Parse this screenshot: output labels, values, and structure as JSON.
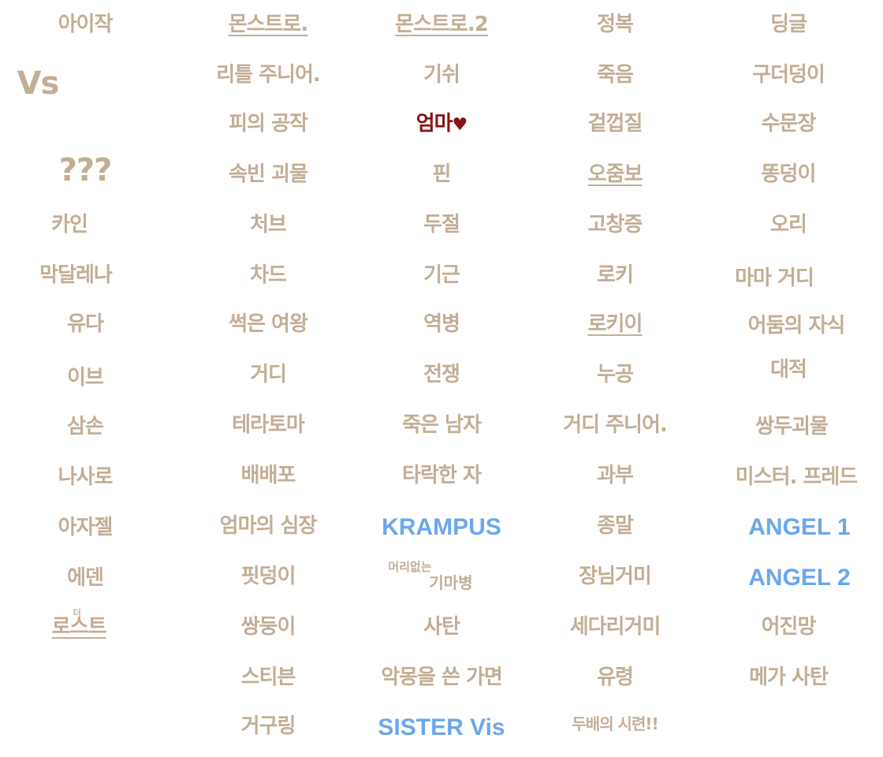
{
  "columns": [
    {
      "items": [
        {
          "text": "아이작"
        },
        {
          "text": "Vs",
          "style": "big"
        },
        {
          "text": "???",
          "style": "big"
        },
        {
          "text": "카인"
        },
        {
          "text": "막달레나"
        },
        {
          "text": "유다"
        },
        {
          "text": "이브"
        },
        {
          "text": "삼손"
        },
        {
          "text": "나사로"
        },
        {
          "text": "아자젤"
        },
        {
          "text": "에덴"
        },
        {
          "text": "로스트",
          "style": "underline",
          "sup": "더"
        }
      ]
    },
    {
      "items": [
        {
          "text": "몬스트로.",
          "style": "underline"
        },
        {
          "text": "리틀 주니어."
        },
        {
          "text": "피의 공작"
        },
        {
          "text": "속빈 괴물"
        },
        {
          "text": "처브"
        },
        {
          "text": "차드"
        },
        {
          "text": "썩은 여왕"
        },
        {
          "text": "거디"
        },
        {
          "text": "테라토마"
        },
        {
          "text": "배배포"
        },
        {
          "text": "엄마의 심장"
        },
        {
          "text": "핏덩이"
        },
        {
          "text": "쌍둥이"
        },
        {
          "text": "스티븐"
        },
        {
          "text": "거구링"
        }
      ]
    },
    {
      "items": [
        {
          "text": "몬스트로.2",
          "style": "underline"
        },
        {
          "text": "기쉬"
        },
        {
          "text": "엄마",
          "style": "red",
          "suffix": "♥"
        },
        {
          "text": "핀"
        },
        {
          "text": "두절"
        },
        {
          "text": "기근"
        },
        {
          "text": "역병"
        },
        {
          "text": "전쟁"
        },
        {
          "text": "죽은 남자"
        },
        {
          "text": "타락한 자"
        },
        {
          "text": "KRAMPUS",
          "style": "blue"
        },
        {
          "line1": "머리없는",
          "line2": "기마병",
          "style": "stack"
        },
        {
          "text": "사탄"
        },
        {
          "text": "악몽을 쓴 가면"
        },
        {
          "text": "SISTER Vis",
          "style": "blue"
        }
      ]
    },
    {
      "items": [
        {
          "text": "정복"
        },
        {
          "text": "죽음"
        },
        {
          "text": "겉껍질"
        },
        {
          "text": "오줌보",
          "style": "underline"
        },
        {
          "text": "고창증"
        },
        {
          "text": "로키"
        },
        {
          "text": "로키이",
          "style": "underline"
        },
        {
          "text": "누공"
        },
        {
          "text": "거디 주니어."
        },
        {
          "text": "과부"
        },
        {
          "text": "종말"
        },
        {
          "text": "장님거미"
        },
        {
          "text": "세다리거미"
        },
        {
          "text": "유령"
        },
        {
          "text": "두배의 시련!!",
          "style": "small"
        }
      ]
    },
    {
      "items": [
        {
          "text": "딩글"
        },
        {
          "text": "구더덩이"
        },
        {
          "text": "수문장"
        },
        {
          "text": "똥덩이"
        },
        {
          "text": "오리"
        },
        {
          "text": "마마 거디"
        },
        {
          "text": "어둠의 자식"
        },
        {
          "text": "대적"
        },
        {
          "text": "쌍두괴물"
        },
        {
          "text": "미스터. 프레드"
        },
        {
          "text": "ANGEL 1",
          "style": "blue"
        },
        {
          "text": "ANGEL 2",
          "style": "blue"
        },
        {
          "text": "어진망"
        },
        {
          "text": "메가 사탄"
        }
      ]
    }
  ]
}
